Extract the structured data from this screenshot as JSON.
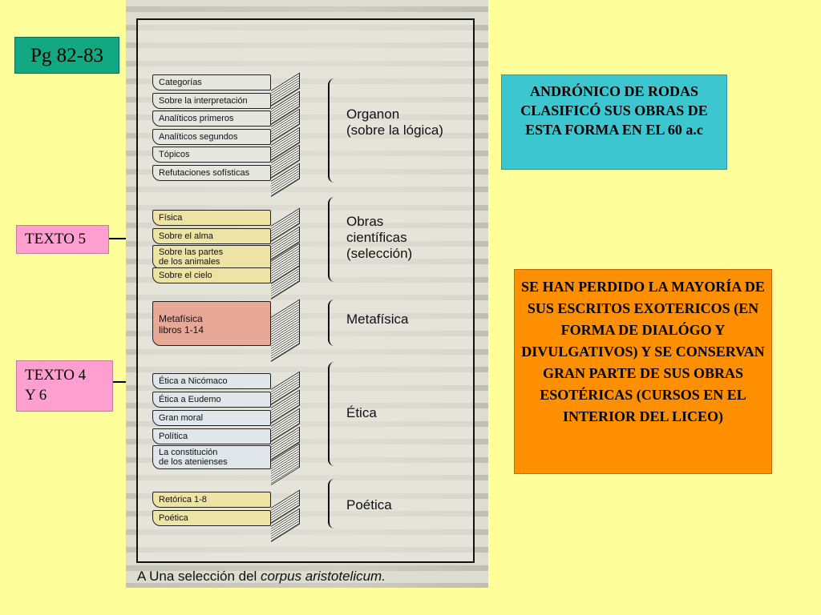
{
  "slide": {
    "page_label": "Pg 82-83",
    "texto5_label": "TEXTO 5",
    "texto46_line1": "TEXTO 4",
    "texto46_line2": "Y 6",
    "andronico_text": "ANDRÓNICO DE RODAS CLASIFICÓ SUS OBRAS DE ESTA FORMA EN EL 60 a.c",
    "perdido_text": "SE HAN PERDIDO LA MAYORÍA DE SUS ESCRITOS EXOTERICOS (EN FORMA DE DIALÓGO Y DIVULGATIVOS) Y SE CONSERVAN GRAN PARTE DE SUS OBRAS ESOTÉRICAS (CURSOS EN EL INTERIOR DEL LICEO)"
  },
  "figure": {
    "organon_books": [
      "Categorías",
      "Sobre la interpretación",
      "Analíticos primeros",
      "Analíticos segundos",
      "Tópicos",
      "Refutaciones sofísticas"
    ],
    "organon_label_1": "Organon",
    "organon_label_2": "(sobre la lógica)",
    "ciencia_books": [
      "Física",
      "Sobre el alma",
      "Sobre las partes",
      "de los animales",
      "Sobre el cielo"
    ],
    "ciencia_label_1": "Obras",
    "ciencia_label_2": "científicas",
    "ciencia_label_3": "(selección)",
    "meta_book_1": "Metafísica",
    "meta_book_2": "libros 1-14",
    "meta_label": "Metafísica",
    "etica_books": [
      "Ética a Nicómaco",
      "Ética a Eudemo",
      "Gran moral",
      "Política",
      "La constitución",
      "de los atenienses"
    ],
    "etica_label": "Ética",
    "poetica_books": [
      "Retórica 1-8",
      "Poética"
    ],
    "poetica_label": "Poética",
    "caption_prefix": "A  Una selección del ",
    "caption_italic": "corpus aristotelicum."
  },
  "colors": {
    "background": "#fefe9a",
    "page_label_bg": "#12a882",
    "texto_bg": "#ff9fd0",
    "andronico_bg": "#3cc6d0",
    "perdido_bg": "#fd8f00",
    "book_organon": "#e6e6e0",
    "book_ciencia": "#ece3a4",
    "book_meta": "#e8a898",
    "book_etica": "#e0e6ea",
    "book_poetica": "#ece3a4"
  }
}
